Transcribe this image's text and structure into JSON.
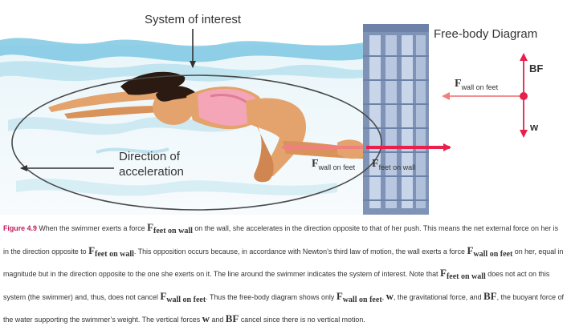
{
  "diagram": {
    "system_label": "System of interest",
    "fbd_title": "Free-body Diagram",
    "direction_label_1": "Direction of",
    "direction_label_2": "acceleration",
    "force_wall_on_feet": {
      "symbol": "F",
      "subscript": "wall on feet"
    },
    "force_feet_on_wall": {
      "symbol": "F",
      "subscript": "feet on wall"
    },
    "bf_label": "BF",
    "w_label": "w",
    "colors": {
      "force_arrow": "#e8204b",
      "force_arrow_light": "#f08080",
      "water_band": "#7ec8e3",
      "water_light": "#cfe9f2",
      "wall": "#7f93b6",
      "wall_window": "#c9d6ea",
      "skin": "#e4a36c",
      "swimsuit": "#f4a6b8",
      "hair": "#2b1a12"
    }
  },
  "caption": {
    "figure_number": "Figure 4.9",
    "t1": " When the swimmer exerts a force ",
    "v1_sym": "F",
    "v1_sub": "feet on wall",
    "t2": " on the wall, she accelerates in the direction opposite to that of her push. This means the net external force on her is in the direction opposite to ",
    "v2_sym": "F",
    "v2_sub": "feet on wall",
    "t3": ". This opposition occurs because, in accordance with Newton’s third law of motion, the wall exerts a force ",
    "v3_sym": "F",
    "v3_sub": "wall on feet",
    "t4": " on her, equal in magnitude but in the direction opposite to the one she exerts on it. The line around the swimmer indicates the system of interest. Note that ",
    "v4_sym": "F",
    "v4_sub": "feet on wall",
    "t5": " does not act on this system (the swimmer) and, thus, does not cancel ",
    "v5_sym": "F",
    "v5_sub": "wall on feet",
    "t6": ". Thus the free-body diagram shows only ",
    "v6_sym": "F",
    "v6_sub": "wall on feet",
    "t7": ", ",
    "v7_sym": "w",
    "t8": ", the gravitational force, and ",
    "v8_sym": "BF",
    "t9": ", the buoyant force of the water supporting the swimmer’s weight. The vertical forces ",
    "v9_sym": "w",
    "t10": " and ",
    "v10_sym": "BF",
    "t11": " cancel since there is no vertical motion."
  }
}
